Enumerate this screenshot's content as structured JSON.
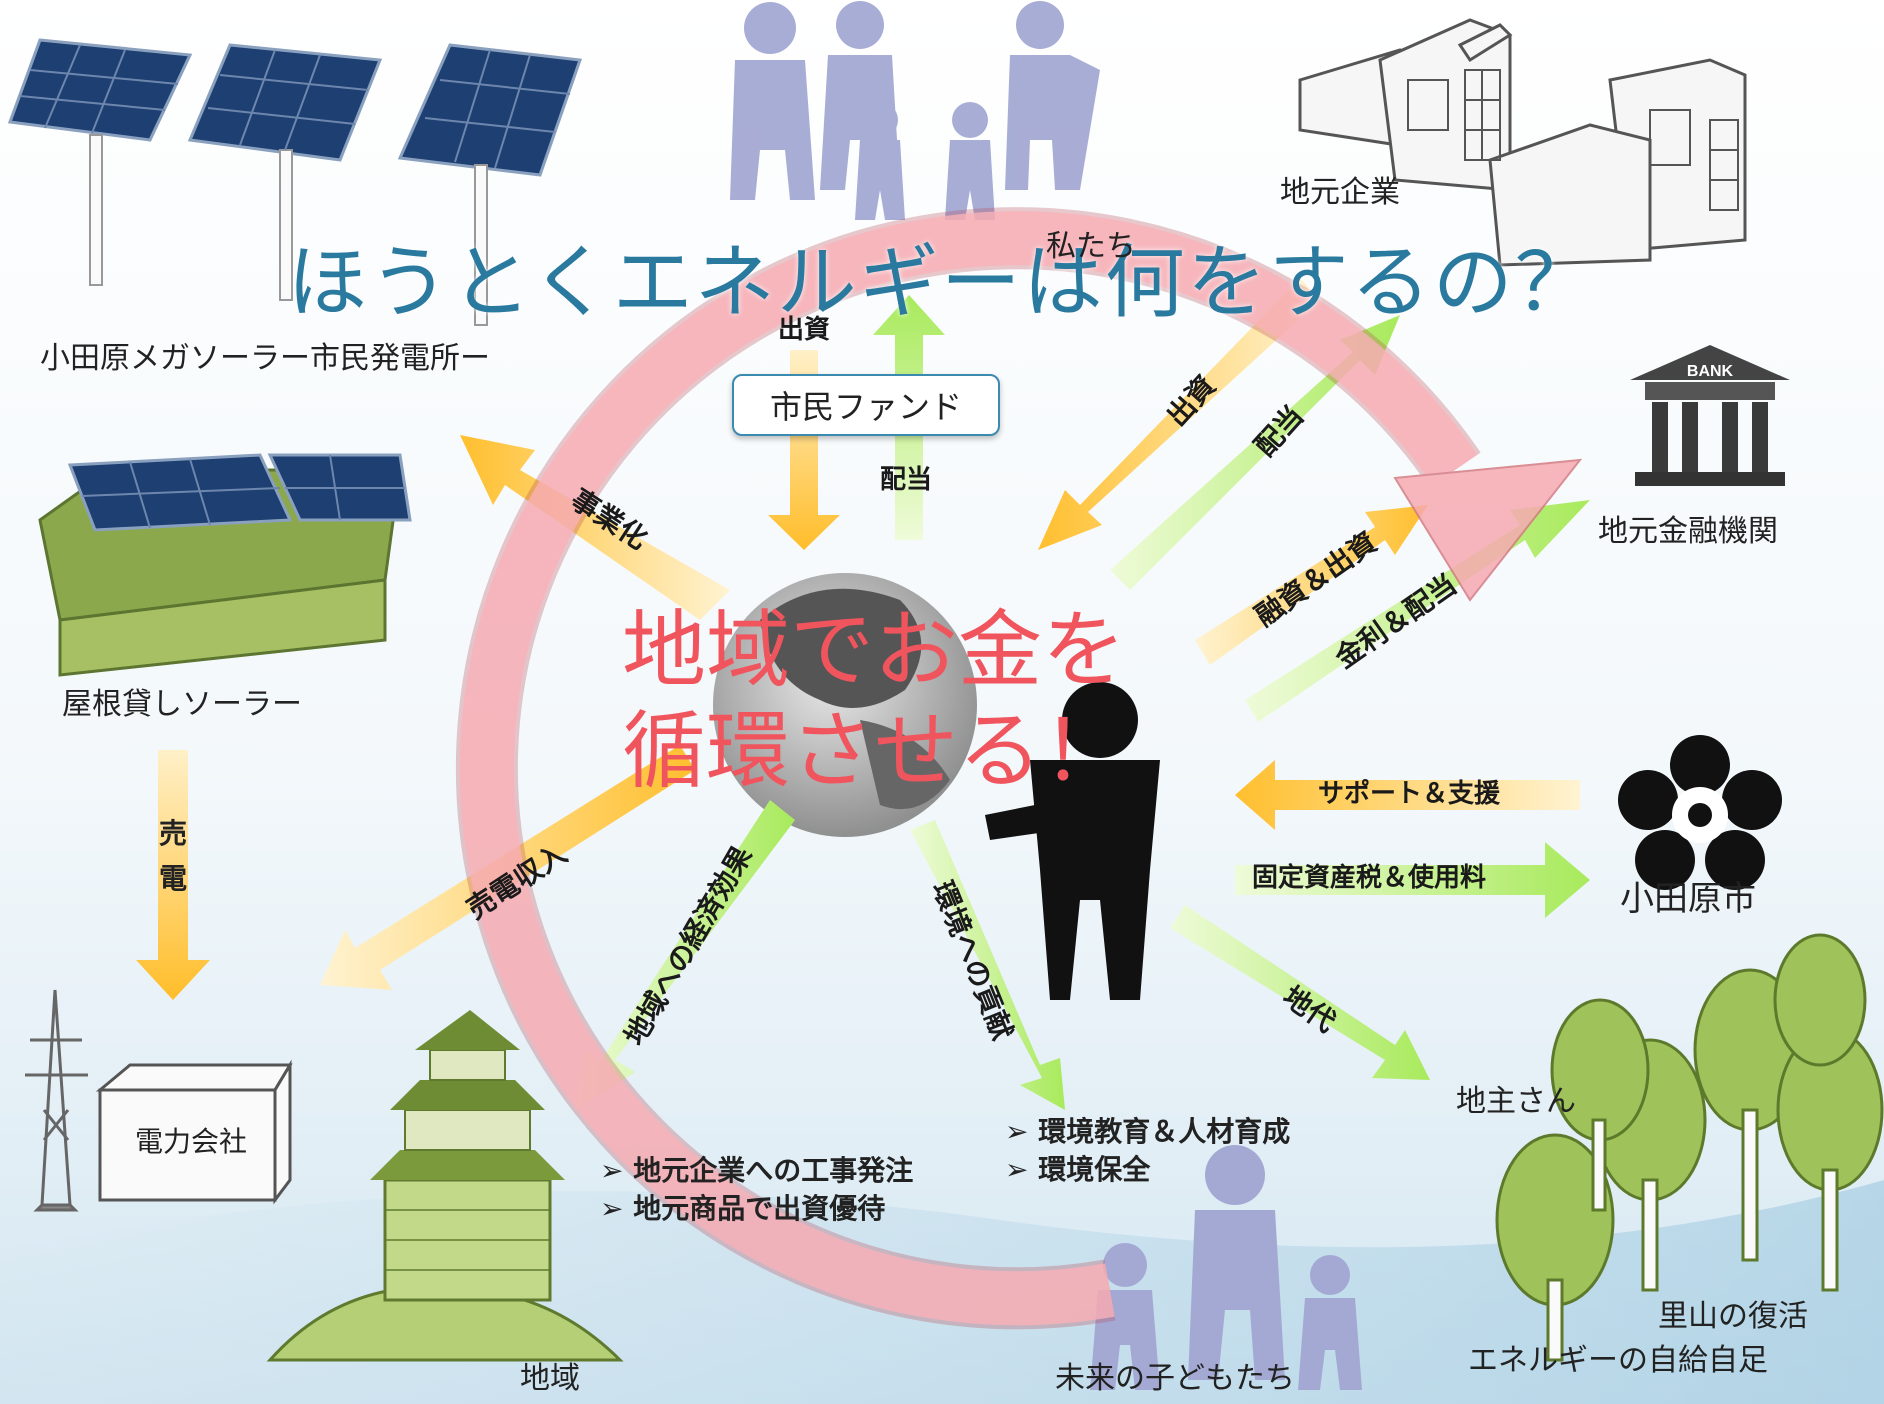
{
  "title": "ほうとくエネルギーは何をするの？",
  "center": {
    "line1": "地域でお金を",
    "line2": "循環させる！"
  },
  "fund_box": "市民ファンド",
  "nodes": {
    "mega_solar": "小田原メガソーラー市民発電所ー",
    "roof_solar": "屋根貸しソーラー",
    "citizens": "私たち",
    "companies": "地元企業",
    "bank": "地元金融機関",
    "bank_sign": "BANK",
    "city": "小田原市",
    "landowner": "地主さん",
    "satoyama_1": "里山の復活",
    "satoyama_2": "エネルギーの自給自足",
    "future_children": "未来の子どもたち",
    "region": "地域",
    "power_company": "電力会社"
  },
  "arrow_labels": {
    "invest_top": "出資",
    "dividend_top": "配当",
    "invest_company": "出資",
    "dividend_company": "配当",
    "commercialize": "事業化",
    "loan_invest": "融資＆出資",
    "interest_dividend": "金利＆配当",
    "support": "サポート＆支援",
    "tax_fee": "固定資産税＆使用料",
    "land_rent": "地代",
    "sales_income": "売電収入",
    "economic_effect": "地域への経済効果",
    "env_contribution": "環境への貢献",
    "sell_power_1": "売",
    "sell_power_2": "電"
  },
  "env_bullets": [
    "環境教育＆人材育成",
    "環境保全"
  ],
  "region_bullets": [
    "地元企業への工事発注",
    "地元商品で出資優待"
  ],
  "colors": {
    "title": "#2a7aa0",
    "center_text": "#f0555e",
    "ring": "#f4a6ad",
    "arrow_orange": "#ffc23a",
    "arrow_green": "#b8ee78",
    "figure": "#a4a9d4",
    "panel": "#1e3f72",
    "roof_green": "#8ba84c"
  }
}
